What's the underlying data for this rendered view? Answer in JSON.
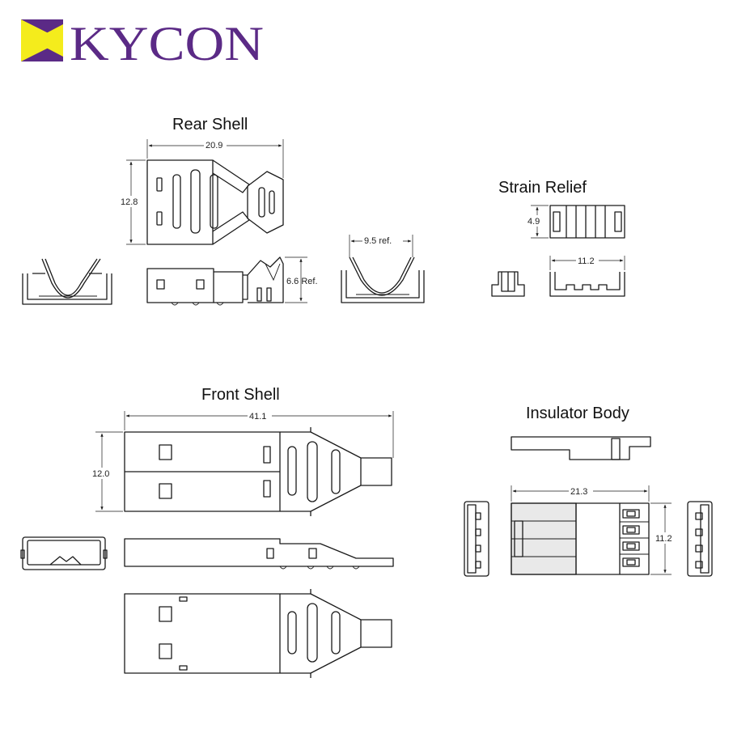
{
  "brand": {
    "name": "KYCON",
    "colors": {
      "purple": "#5b2a86",
      "yellow": "#f4ec1c"
    }
  },
  "sections": {
    "rear_shell": {
      "title": "Rear Shell",
      "dims": {
        "width": "20.9",
        "height": "12.8",
        "ref_height": "6.6 Ref.",
        "ref_width": "9.5 ref."
      }
    },
    "strain_relief": {
      "title": "Strain Relief",
      "dims": {
        "height": "4.9",
        "width": "11.2"
      }
    },
    "front_shell": {
      "title": "Front Shell",
      "dims": {
        "width": "41.1",
        "height": "12.0"
      }
    },
    "insulator_body": {
      "title": "Insulator Body",
      "dims": {
        "width": "21.3",
        "height": "11.2"
      }
    }
  }
}
